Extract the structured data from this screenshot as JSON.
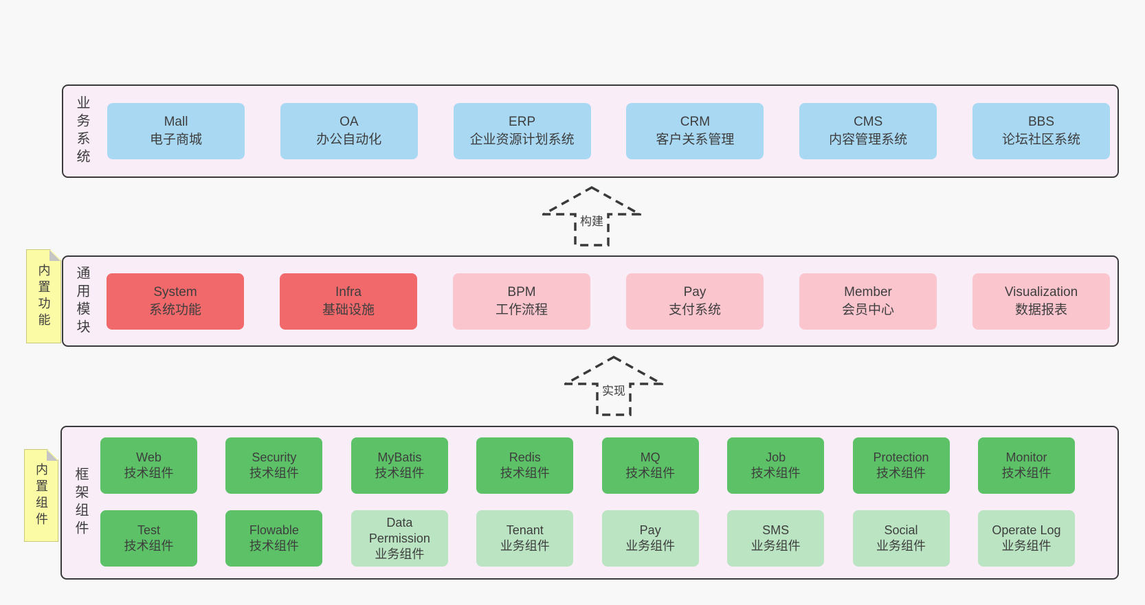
{
  "colors": {
    "page_bg": "#f8f8f8",
    "panel_bg": "#f9edf7",
    "panel_border": "#3a3a3a",
    "box_blue": "#a9d8f3",
    "box_red": "#f2696b",
    "box_pink": "#fbc5ce",
    "box_green": "#5cc167",
    "box_lightgreen": "#bae4c2",
    "sticky_yellow": "#fafba4",
    "text": "#3e3e3e"
  },
  "arrows": [
    {
      "label": "构建"
    },
    {
      "label": "实现"
    }
  ],
  "sections": {
    "business": {
      "label": "业务系统",
      "items": [
        {
          "name": "Mall",
          "desc": "电子商城"
        },
        {
          "name": "OA",
          "desc": "办公自动化"
        },
        {
          "name": "ERP",
          "desc": "企业资源计划系统"
        },
        {
          "name": "CRM",
          "desc": "客户关系管理"
        },
        {
          "name": "CMS",
          "desc": "内容管理系统"
        },
        {
          "name": "BBS",
          "desc": "论坛社区系统"
        }
      ]
    },
    "modules": {
      "label": "通用模块",
      "sticky": "内置功能",
      "items": [
        {
          "name": "System",
          "desc": "系统功能"
        },
        {
          "name": "Infra",
          "desc": "基础设施"
        },
        {
          "name": "BPM",
          "desc": "工作流程"
        },
        {
          "name": "Pay",
          "desc": "支付系统"
        },
        {
          "name": "Member",
          "desc": "会员中心"
        },
        {
          "name": "Visualization",
          "desc": "数据报表"
        }
      ]
    },
    "components": {
      "label": "框架组件",
      "sticky": "内置组件",
      "rows": [
        [
          {
            "name": "Web",
            "desc": "技术组件"
          },
          {
            "name": "Security",
            "desc": "技术组件"
          },
          {
            "name": "MyBatis",
            "desc": "技术组件"
          },
          {
            "name": "Redis",
            "desc": "技术组件"
          },
          {
            "name": "MQ",
            "desc": "技术组件"
          },
          {
            "name": "Job",
            "desc": "技术组件"
          },
          {
            "name": "Protection",
            "desc": "技术组件"
          },
          {
            "name": "Monitor",
            "desc": "技术组件"
          }
        ],
        [
          {
            "name": "Test",
            "desc": "技术组件"
          },
          {
            "name": "Flowable",
            "desc": "技术组件"
          },
          {
            "name": "Data Permission",
            "desc": "业务组件"
          },
          {
            "name": "Tenant",
            "desc": "业务组件"
          },
          {
            "name": "Pay",
            "desc": "业务组件"
          },
          {
            "name": "SMS",
            "desc": "业务组件"
          },
          {
            "name": "Social",
            "desc": "业务组件"
          },
          {
            "name": "Operate Log",
            "desc": "业务组件"
          }
        ]
      ]
    }
  }
}
